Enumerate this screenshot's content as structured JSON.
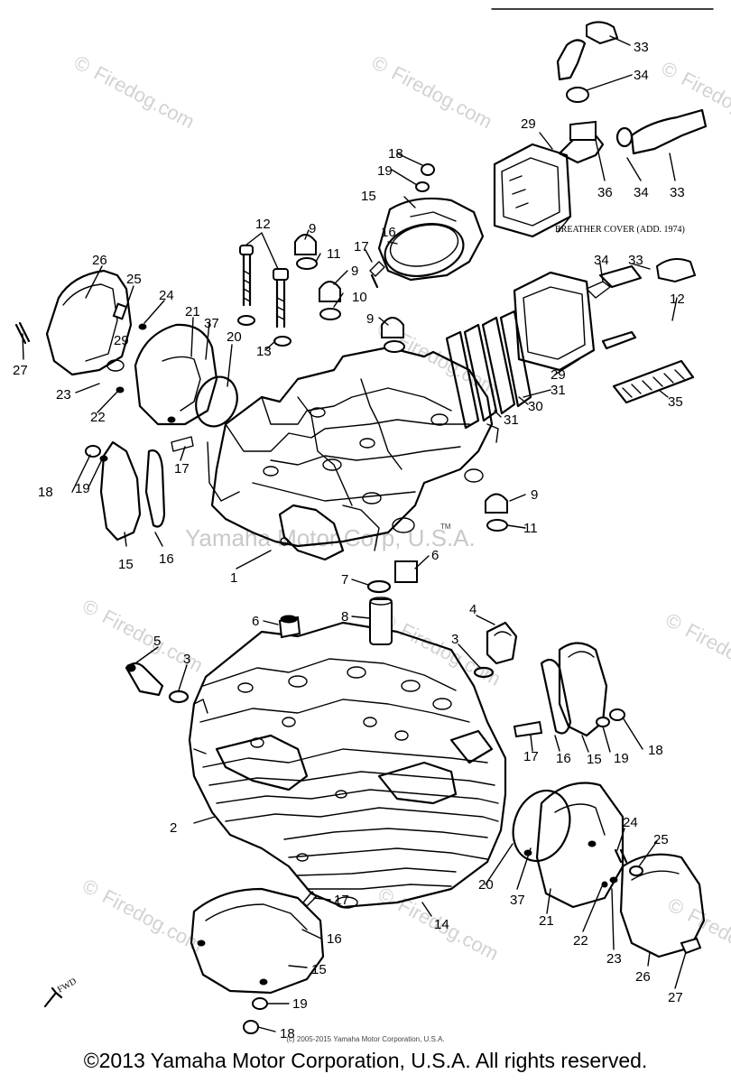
{
  "watermarks": {
    "center": "Yamaha Motor Corp, U.S.A.",
    "trademark": "TM",
    "firedog": "Firedog.com",
    "firedog_symbol": "©"
  },
  "fwd_label": "FWD",
  "breather_note": "BREATHER COVER (ADD. 1974)",
  "small_copyright": "(c) 2005-2015 Yamaha Motor Corporation, U.S.A.",
  "copyright": "©2013 Yamaha Motor Corporation, U.S.A. All rights reserved.",
  "callouts": [
    "1",
    "2",
    "3",
    "3",
    "4",
    "5",
    "6",
    "6",
    "7",
    "8",
    "9",
    "9",
    "9",
    "9",
    "10",
    "11",
    "11",
    "12",
    "12",
    "13",
    "14",
    "15",
    "15",
    "15",
    "15",
    "16",
    "16",
    "16",
    "16",
    "17",
    "17",
    "17",
    "17",
    "18",
    "18",
    "18",
    "18",
    "19",
    "19",
    "19",
    "19",
    "20",
    "20",
    "21",
    "21",
    "22",
    "22",
    "23",
    "23",
    "24",
    "24",
    "25",
    "25",
    "26",
    "26",
    "27",
    "27",
    "29",
    "29",
    "29",
    "30",
    "31",
    "31",
    "33",
    "33",
    "33",
    "34",
    "34",
    "34",
    "35",
    "36",
    "37",
    "37"
  ]
}
